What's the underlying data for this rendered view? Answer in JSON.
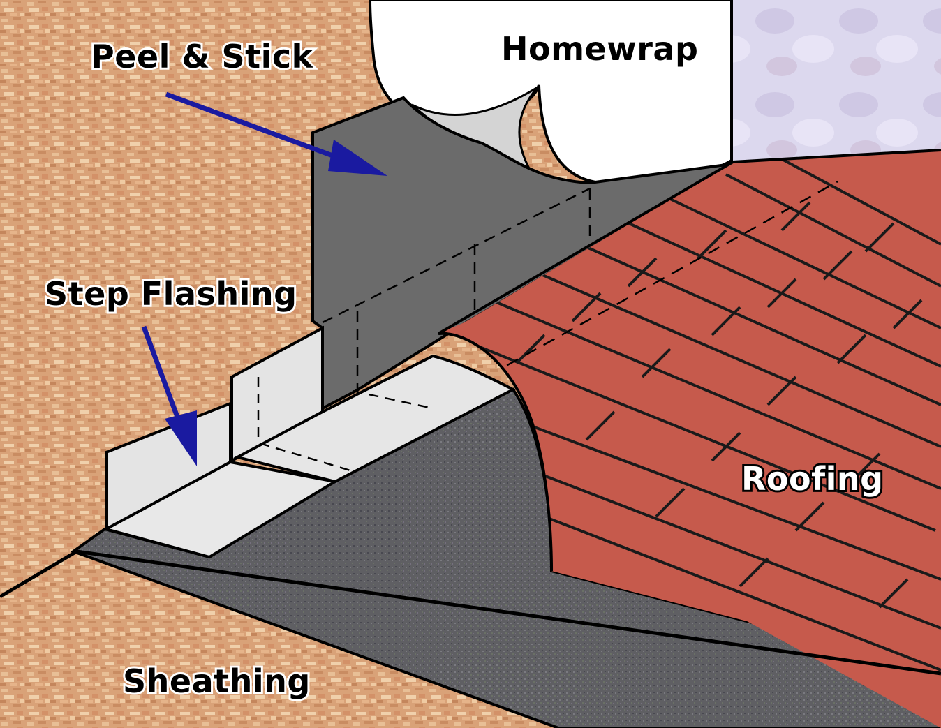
{
  "labels": {
    "peel_stick": "Peel & Stick",
    "homewrap": "Homewrap",
    "step_flashing": "Step Flashing",
    "roofing": "Roofing",
    "sheathing": "Sheathing"
  },
  "colors": {
    "sheathing": "#d9a278",
    "peel_stick": "#6b6b6b",
    "homewrap": "#ffffff",
    "step_flashing": "#e4e4e4",
    "underlayment": "#5f5f63",
    "shingles": "#c65a4c",
    "sky": "#dcd8ee",
    "arrow": "#1a1aa0"
  },
  "icons": {
    "pointer": "arrow-icon"
  }
}
